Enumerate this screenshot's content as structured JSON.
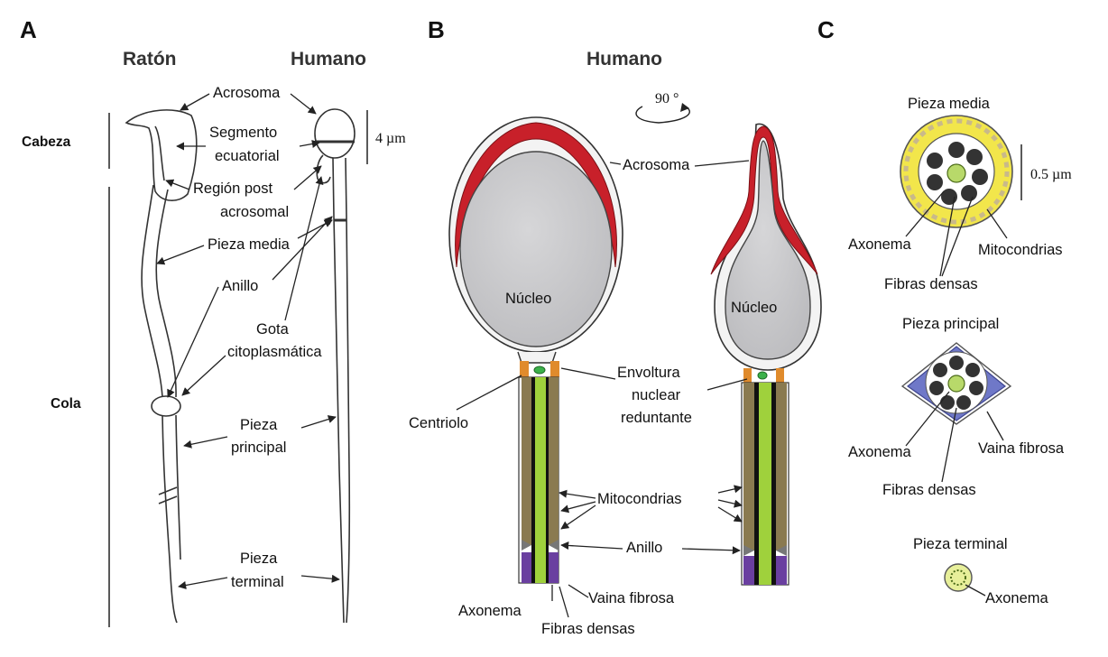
{
  "panels": {
    "a": "A",
    "b": "B",
    "c": "C"
  },
  "panel_a": {
    "title_mouse": "Ratón",
    "title_human": "Humano",
    "side_head": "Cabeza",
    "side_tail": "Cola",
    "scale": "4 µm",
    "labels": {
      "acrosome": "Acrosoma",
      "equatorial_1": "Segmento",
      "equatorial_2": "ecuatorial",
      "postacro_1": "Región post",
      "postacro_2": "acrosomal",
      "midpiece": "Pieza media",
      "annulus": "Anillo",
      "droplet_1": "Gota",
      "droplet_2": "citoplasmática",
      "principal_1": "Pieza",
      "principal_2": "principal",
      "terminal_1": "Pieza",
      "terminal_2": "terminal"
    }
  },
  "panel_b": {
    "title": "Humano",
    "rotation": "90 °",
    "labels": {
      "acrosome": "Acrosoma",
      "nucleus_left": "Núcleo",
      "nucleus_right": "Núcleo",
      "envelope_1": "Envoltura",
      "envelope_2": "nuclear",
      "envelope_3": "reduntante",
      "centriole": "Centriolo",
      "mitochondria": "Mitocondrias",
      "annulus": "Anillo",
      "axoneme": "Axonema",
      "fibrous_sheath": "Vaina fibrosa",
      "dense_fibers": "Fibras densas"
    }
  },
  "panel_c": {
    "midpiece_title": "Pieza media",
    "scale": "0.5 µm",
    "mid_axoneme": "Axonema",
    "mid_mito": "Mitocondrias",
    "mid_dense": "Fibras densas",
    "principal_title": "Pieza principal",
    "pp_axoneme": "Axonema",
    "pp_sheath": "Vaina fibrosa",
    "pp_dense": "Fibras densas",
    "terminal_title": "Pieza terminal",
    "tp_axoneme": "Axonema"
  },
  "colors": {
    "acrosome_red": "#c8202a",
    "nucleus_gray": "#c9c9cb",
    "axoneme_green": "#9fd13c",
    "mito_brown": "#5b4a2a",
    "sheath_purple": "#6a3fa0",
    "centriole_orange": "#e08b2c",
    "midpiece_yellow": "#f2e64b",
    "sheath_blue": "#6f78c8"
  }
}
